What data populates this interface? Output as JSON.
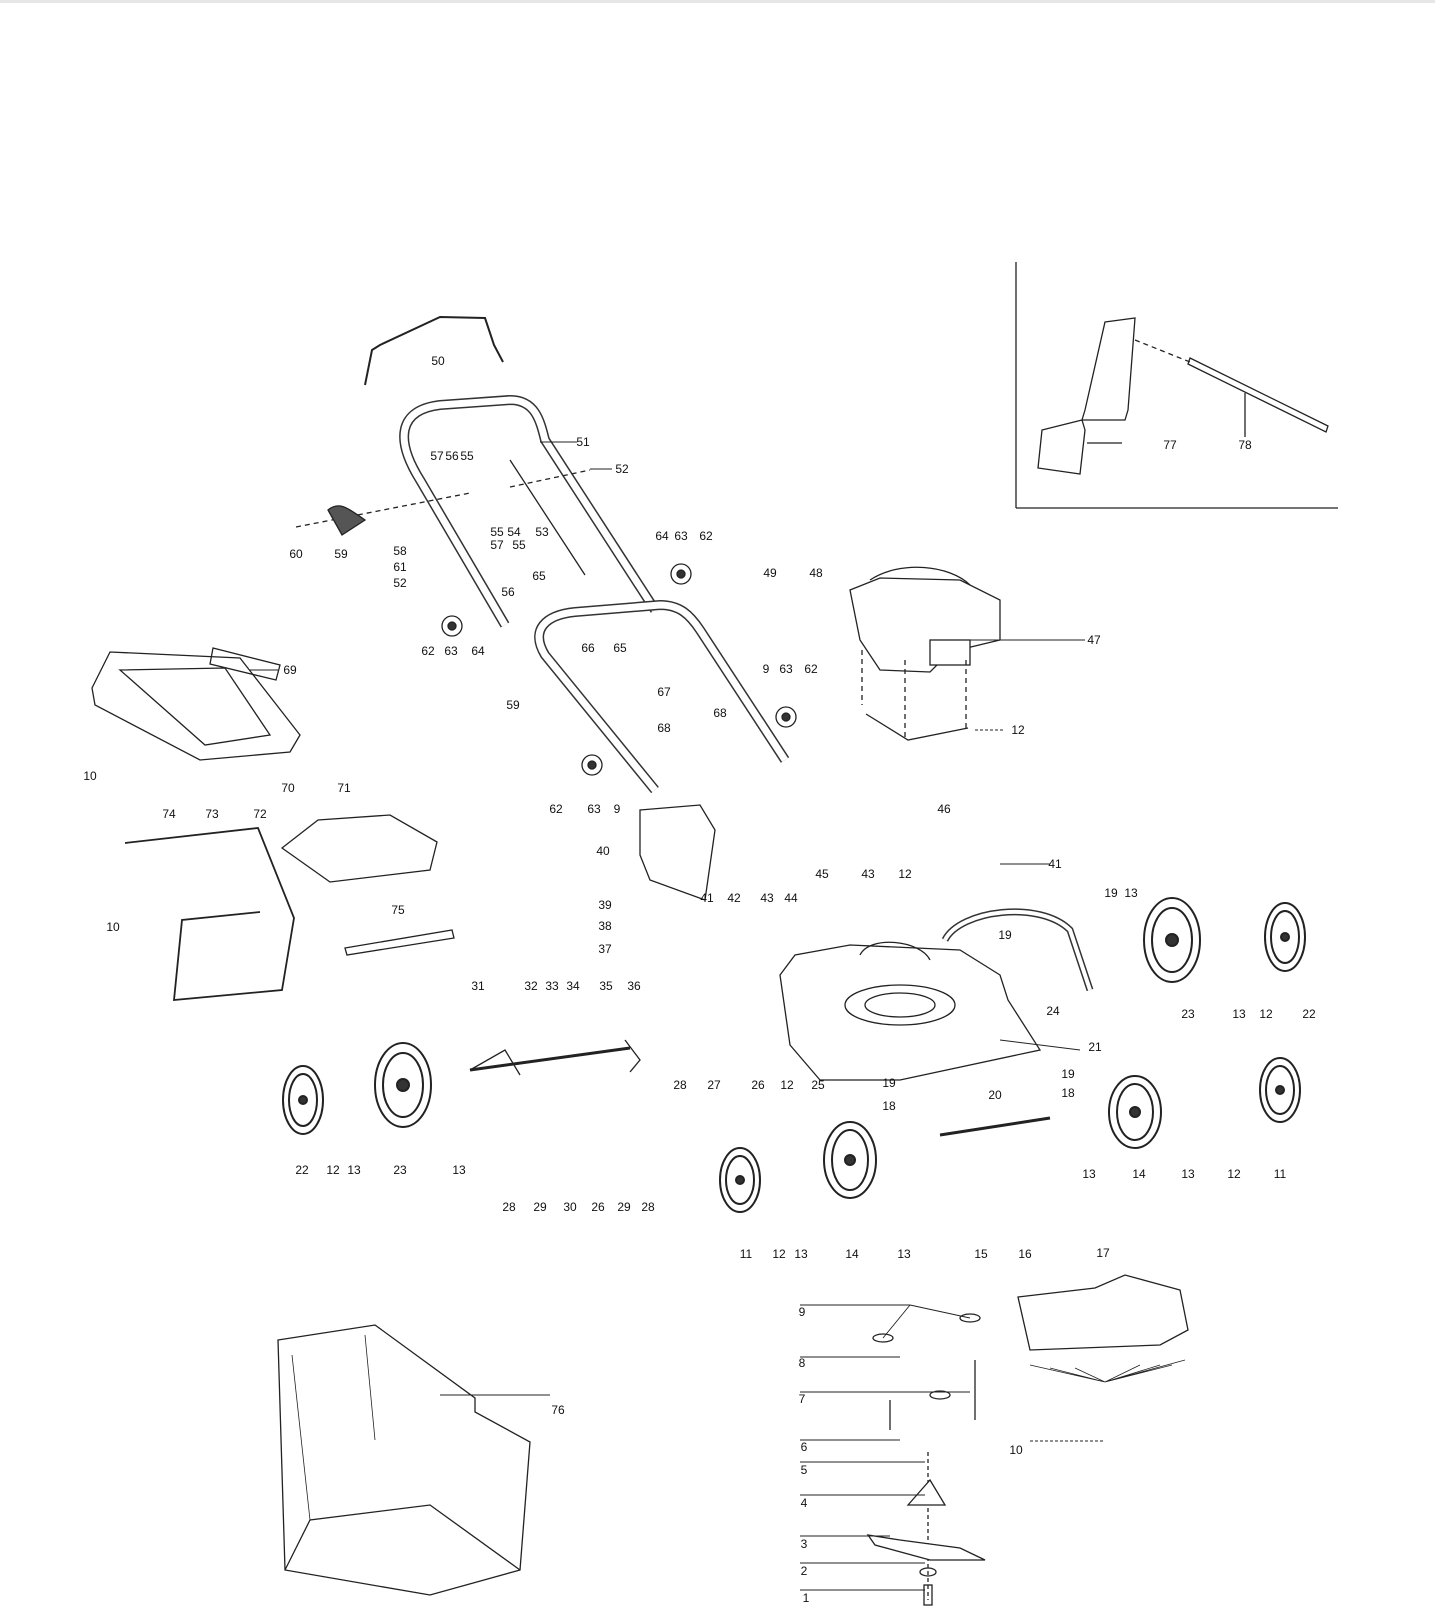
{
  "diagram": {
    "type": "exploded parts diagram (lawn mower)",
    "part_labels": [
      "50",
      "51",
      "52",
      "57",
      "56",
      "55",
      "60",
      "59",
      "55",
      "54",
      "53",
      "58",
      "57",
      "55",
      "61",
      "52",
      "56",
      "65",
      "64",
      "63",
      "62",
      "62",
      "63",
      "64",
      "66",
      "65",
      "49",
      "48",
      "47",
      "69",
      "9",
      "63",
      "62",
      "59",
      "67",
      "68",
      "68",
      "12",
      "10",
      "70",
      "71",
      "62",
      "63",
      "9",
      "74",
      "73",
      "72",
      "46",
      "40",
      "41",
      "45",
      "43",
      "12",
      "19",
      "13",
      "39",
      "41",
      "42",
      "43",
      "44",
      "75",
      "10",
      "38",
      "19",
      "37",
      "36",
      "31",
      "32",
      "33",
      "34",
      "35",
      "23",
      "13",
      "12",
      "22",
      "24",
      "21",
      "19",
      "19",
      "18",
      "18",
      "20",
      "28",
      "27",
      "26",
      "12",
      "25",
      "22",
      "12",
      "13",
      "23",
      "13",
      "13",
      "14",
      "13",
      "12",
      "11",
      "28",
      "29",
      "30",
      "26",
      "29",
      "28",
      "11",
      "12",
      "13",
      "14",
      "13",
      "15",
      "16",
      "17",
      "9",
      "8",
      "7",
      "6",
      "5",
      "4",
      "3",
      "2",
      "1",
      "10",
      "76",
      "77",
      "78"
    ]
  }
}
